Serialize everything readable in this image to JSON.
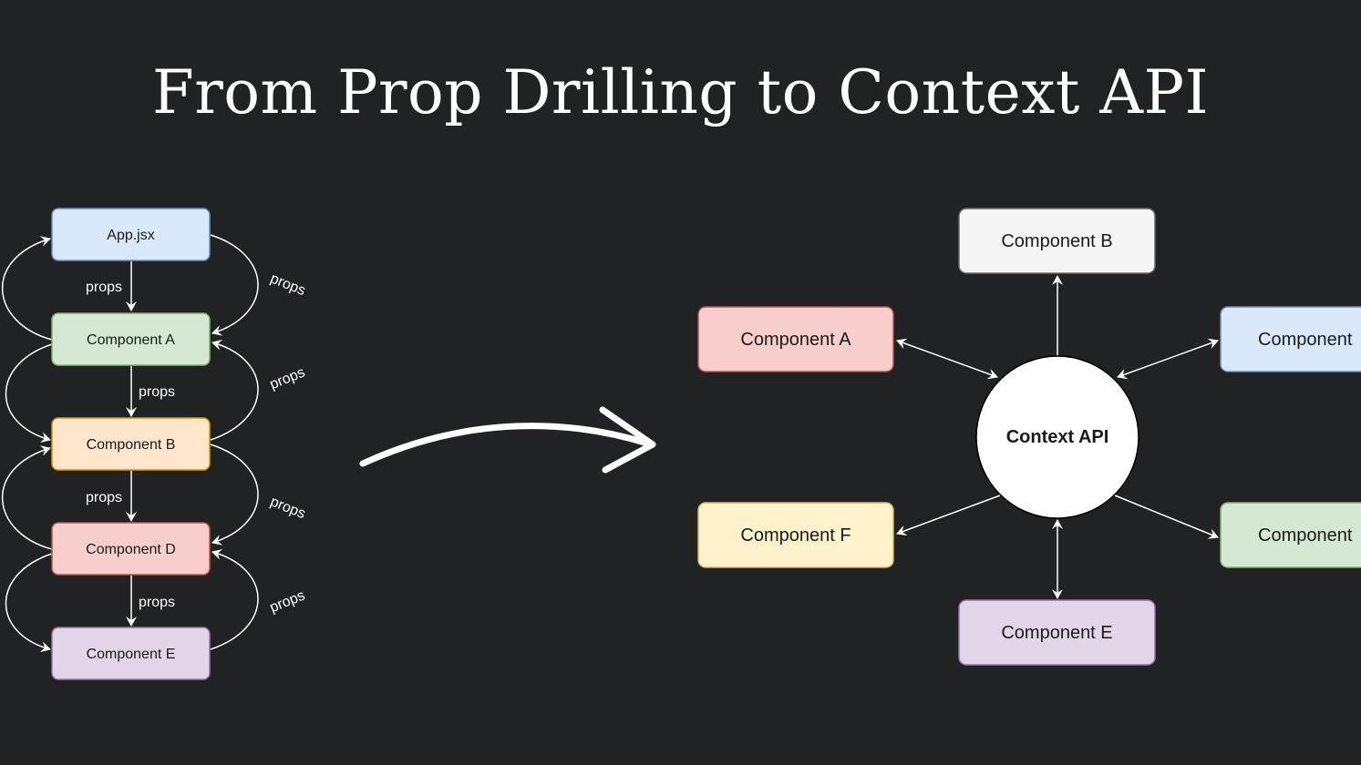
{
  "title": "From Prop Drilling to Context API",
  "colors": {
    "background": "#212224",
    "blue_fill": "#dae8fc",
    "blue_stroke": "#6c8ebf",
    "green_fill": "#d5e8d4",
    "green_stroke": "#82b366",
    "orange_fill": "#ffe6cc",
    "orange_stroke": "#d79b00",
    "red_fill": "#f8cecc",
    "red_stroke": "#b85450",
    "purple_fill": "#e1d5e7",
    "purple_stroke": "#9673a6",
    "gray_fill": "#f5f5f5",
    "gray_stroke": "#666666",
    "yellow_fill": "#fff2cc",
    "yellow_stroke": "#d6b656"
  },
  "left_diagram": {
    "nodes": {
      "app": "App.jsx",
      "a": "Component A",
      "b": "Component B",
      "d": "Component D",
      "e": "Component E"
    },
    "edge_label": "props"
  },
  "right_diagram": {
    "center": "Context API",
    "nodes": {
      "b": "Component B",
      "a": "Component A",
      "c": "Component",
      "f": "Component F",
      "g": "Component",
      "e": "Component E"
    }
  }
}
